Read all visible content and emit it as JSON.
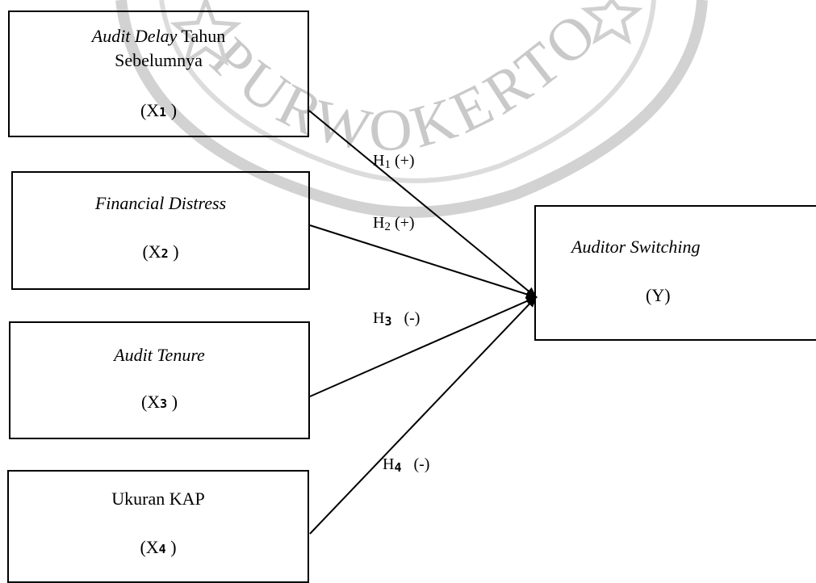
{
  "boxes": {
    "x1": {
      "line1_italic": "Audit Delay",
      "line1_rest": " Tahun",
      "line2": "Sebelumnya",
      "var_main": "(X",
      "var_sub": "1",
      "var_close": " )"
    },
    "x2": {
      "title": "Financial Distress",
      "var_main": "(X",
      "var_sub": "2",
      "var_close": " )"
    },
    "x3": {
      "title": "Audit Tenure",
      "var_main": "(X",
      "var_sub": "3",
      "var_close": " )"
    },
    "x4": {
      "title": "Ukuran KAP",
      "var_main": "(X",
      "var_sub": "4",
      "var_close": " )"
    },
    "y": {
      "title": "Auditor Switching",
      "var": "(Y)"
    }
  },
  "hypotheses": {
    "h1": {
      "main": "H",
      "sub": "1",
      "sign": " (+)"
    },
    "h2": {
      "main": "H",
      "sub": "2",
      "sign": " (+)"
    },
    "h3": {
      "main": "H",
      "sub": "3",
      "sign": "   (-)"
    },
    "h4": {
      "main": "H",
      "sub": "4",
      "sign": "   (-)"
    }
  },
  "watermark": {
    "text": "PURWOKERTO",
    "color": "#c8c8c8"
  }
}
